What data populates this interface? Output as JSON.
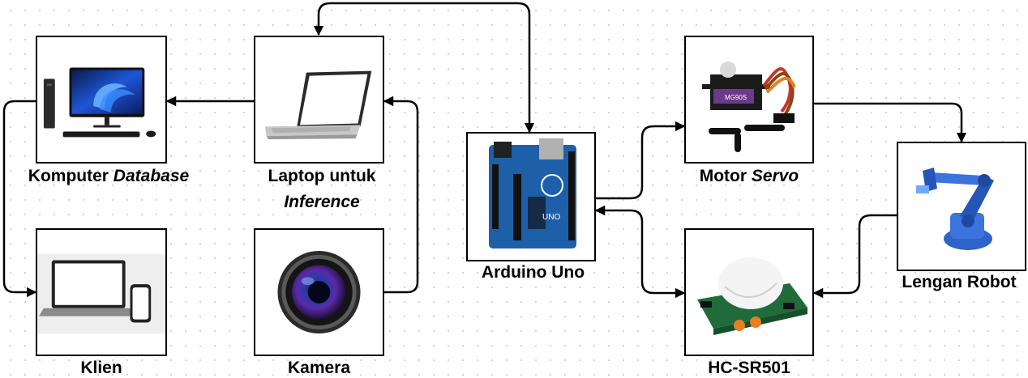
{
  "nodes": {
    "komputer": {
      "label": "Komputer ",
      "label_italic": "Database",
      "icon": "desktop-computer-icon"
    },
    "laptop": {
      "label_line1": "Laptop untuk",
      "label_line2": "Inference",
      "icon": "laptop-icon"
    },
    "klien": {
      "label": "Klien",
      "icon": "laptop-phone-icon"
    },
    "kamera": {
      "label": "Kamera",
      "icon": "camera-lens-icon"
    },
    "arduino": {
      "label": "Arduino Uno",
      "icon": "arduino-board-icon"
    },
    "servo": {
      "label": "Motor ",
      "label_italic": "Servo",
      "icon": "servo-motor-icon"
    },
    "sensor": {
      "label": "HC-SR501",
      "icon": "pir-sensor-icon"
    },
    "lengan": {
      "label": "Lengan Robot",
      "icon": "robot-arm-icon"
    }
  },
  "colors": {
    "line": "#000000",
    "box_border": "#000000",
    "background": "#ffffff",
    "grid_dot": "#cfcfcf"
  }
}
